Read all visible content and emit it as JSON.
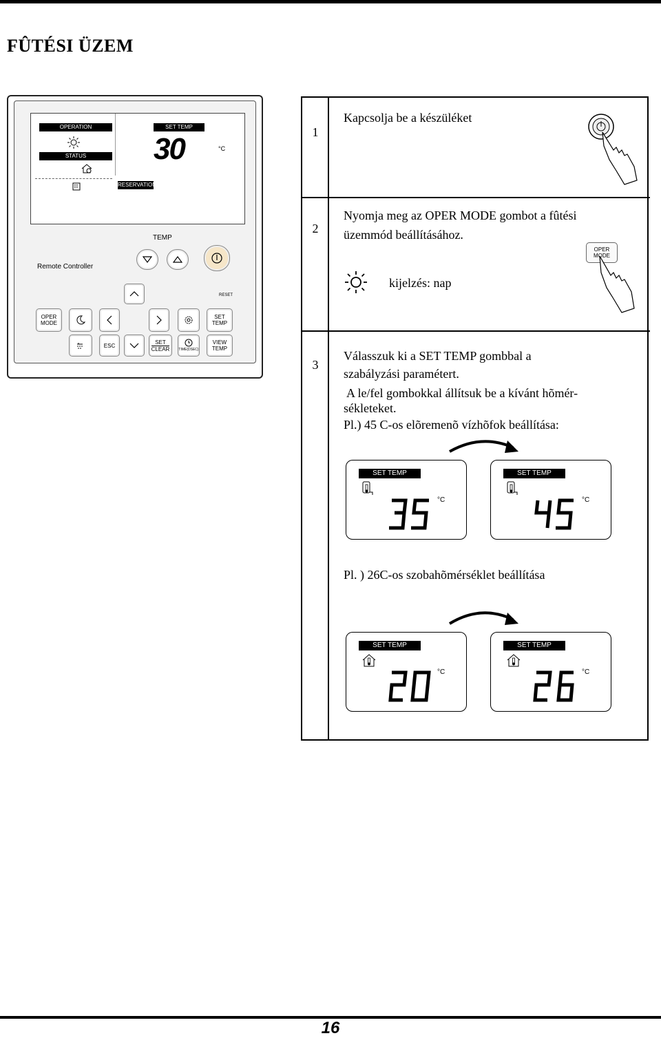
{
  "page": {
    "title": "FÛTÉSI ÜZEM",
    "page_number": "16"
  },
  "remote": {
    "operation_label": "OPERATION",
    "set_temp_label": "SET TEMP",
    "status_label": "STATUS",
    "reservation_label": "RESERVATION",
    "display_temp": "30",
    "display_unit": "°C",
    "temp_label": "TEMP",
    "brand_label": "Remote Controller",
    "reset_label": "RESET",
    "buttons": {
      "oper_mode": [
        "OPER",
        "MODE"
      ],
      "set_temp": [
        "SET",
        "TEMP"
      ],
      "esc": "ESC",
      "set_clear": [
        "SET",
        "CLEAR"
      ],
      "timer": "TIME(DSEC)",
      "view_temp": [
        "VIEW",
        "TEMP"
      ]
    }
  },
  "steps": [
    {
      "number": "1",
      "text": "Kapcsolja be a készüléket"
    },
    {
      "number": "2",
      "text_line1": "Nyomja meg az OPER MODE gombot a fûtési",
      "text_line2": "üzemmód beállításához.",
      "display_note": "kijelzés: nap",
      "button_label": [
        "OPER",
        "MODE"
      ]
    },
    {
      "number": "3",
      "line1": "Válasszuk ki a SET TEMP gombbal a",
      "line2": "szabályzási paramétert.",
      "line3": "A le/fel gombokkal állítsuk be a kívánt hõmér-",
      "line4": "sékleteket.",
      "line5": "Pl.) 45 C-os elõremenõ vízhõfok beállítása:",
      "example2": "Pl. ) 26C-os szobahõmérséklet beállítása"
    }
  ],
  "example_water": {
    "label": "SET TEMP",
    "from": "35",
    "to": "45",
    "unit": "°C"
  },
  "example_room": {
    "label": "SET TEMP",
    "from": "20",
    "to": "26",
    "unit": "°C"
  }
}
